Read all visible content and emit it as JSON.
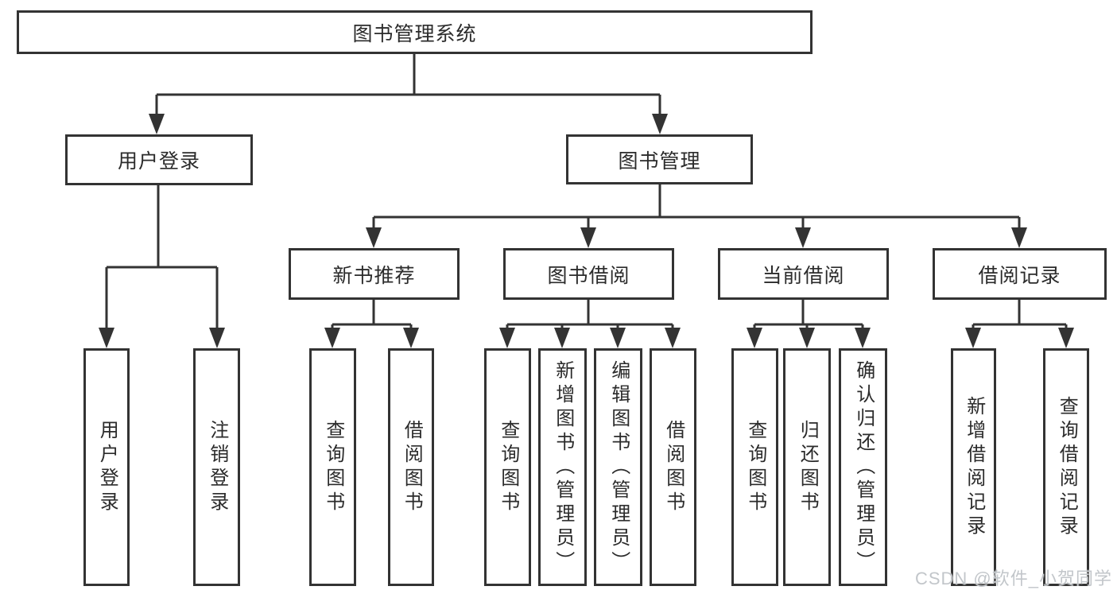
{
  "nodes": {
    "root": "图书管理系统",
    "userLogin": "用户登录",
    "bookMgmt": "图书管理",
    "newBookRec": "新书推荐",
    "bookBorrow": "图书借阅",
    "currentBorrow": "当前借阅",
    "borrowRecord": "借阅记录",
    "leafUserLogin": "用户登录",
    "leafLogout": "注销登录",
    "leafQueryBookA": "查询图书",
    "leafBorrowBookA": "借阅图书",
    "leafQueryBookB": "查询图书",
    "leafAddBook": "新增图书（管理员）",
    "leafEditBook": "编辑图书（管理员）",
    "leafBorrowBookB": "借阅图书",
    "leafQueryBookC": "查询图书",
    "leafReturnBook": "归还图书",
    "leafConfirmReturn": "确认归还（管理员）",
    "leafAddRecord": "新增借阅记录",
    "leafQueryRecord": "查询借阅记录"
  },
  "structure": {
    "图书管理系统": {
      "用户登录": [
        "用户登录",
        "注销登录"
      ],
      "图书管理": {
        "新书推荐": [
          "查询图书",
          "借阅图书"
        ],
        "图书借阅": [
          "查询图书",
          "新增图书（管理员）",
          "编辑图书（管理员）",
          "借阅图书"
        ],
        "当前借阅": [
          "查询图书",
          "归还图书",
          "确认归还（管理员）"
        ],
        "借阅记录": [
          "新增借阅记录",
          "查询借阅记录"
        ]
      }
    }
  },
  "colors": {
    "line": "#333333",
    "text": "#2b2b2b",
    "watermark": "#c2c6ca"
  },
  "watermark": "CSDN @软件_小贺同学"
}
